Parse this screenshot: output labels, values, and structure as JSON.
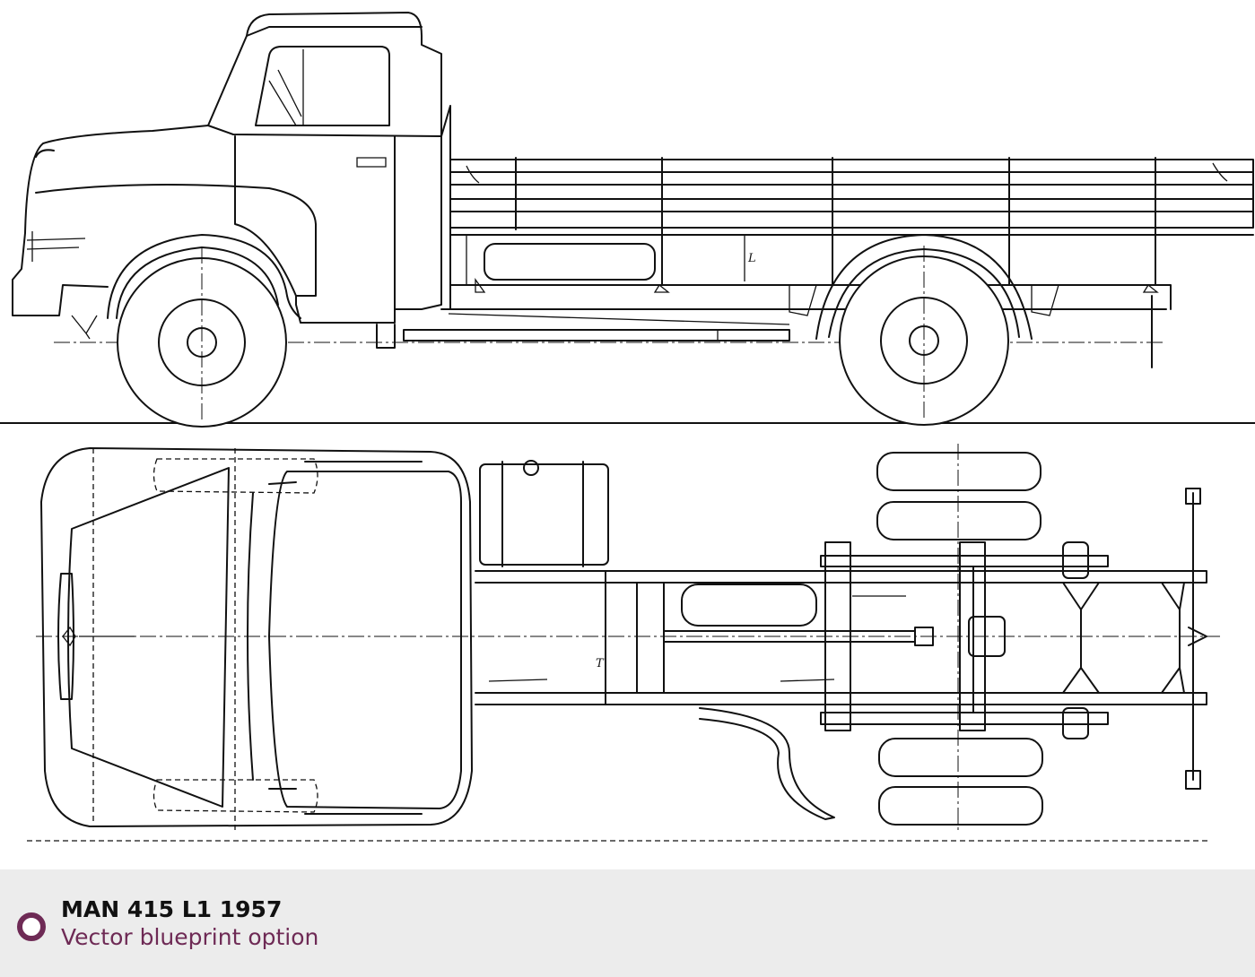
{
  "caption": {
    "title": "MAN 415 L1 1957",
    "subtitle": "Vector blueprint option",
    "icon": "circle-bullet-icon",
    "accent_color": "#6e2a55",
    "background_color": "#ececec"
  },
  "drawing": {
    "dimension_labels": {
      "side_view": "L",
      "top_view": "T"
    }
  }
}
